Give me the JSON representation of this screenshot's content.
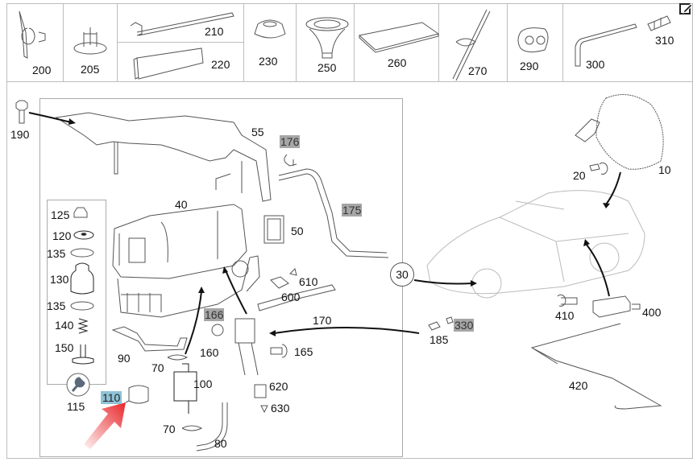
{
  "diagram": {
    "title": "Air suspension compressor parts diagram",
    "top_strip_parts": [
      {
        "label": "200"
      },
      {
        "label": "205"
      },
      {
        "label": "210"
      },
      {
        "label": "220"
      },
      {
        "label": "230"
      },
      {
        "label": "250"
      },
      {
        "label": "260"
      },
      {
        "label": "270"
      },
      {
        "label": "290"
      },
      {
        "label": "300"
      },
      {
        "label": "310"
      }
    ],
    "main_parts": {
      "p190": "190",
      "p55": "55",
      "p176": "176",
      "p175": "175",
      "p40": "40",
      "p50": "50",
      "p125": "125",
      "p120": "120",
      "p135a": "135",
      "p130": "130",
      "p135b": "135",
      "p140": "140",
      "p150": "150",
      "p115": "115",
      "p110": "110",
      "p90": "90",
      "p70a": "70",
      "p166": "166",
      "p160": "160",
      "p165": "165",
      "p100": "100",
      "p70b": "70",
      "p80": "80",
      "p620": "620",
      "p630": "630",
      "p610": "610",
      "p600": "600",
      "p170": "170",
      "p30": "30",
      "p185": "185",
      "p330": "330",
      "p10": "10",
      "p20": "20",
      "p410": "410",
      "p400": "400",
      "p420": "420"
    },
    "highlighted_gray": [
      "176",
      "175",
      "166",
      "330"
    ],
    "highlighted_blue": [
      "110"
    ],
    "colors": {
      "highlight_gray": "#a6a6a6",
      "highlight_blue": "#8fc2d6",
      "pointer_arrow": "#e8262a",
      "border": "#bdbdbd"
    },
    "icons": {
      "edit": "edit-icon",
      "wrench": "wrench-icon"
    }
  }
}
